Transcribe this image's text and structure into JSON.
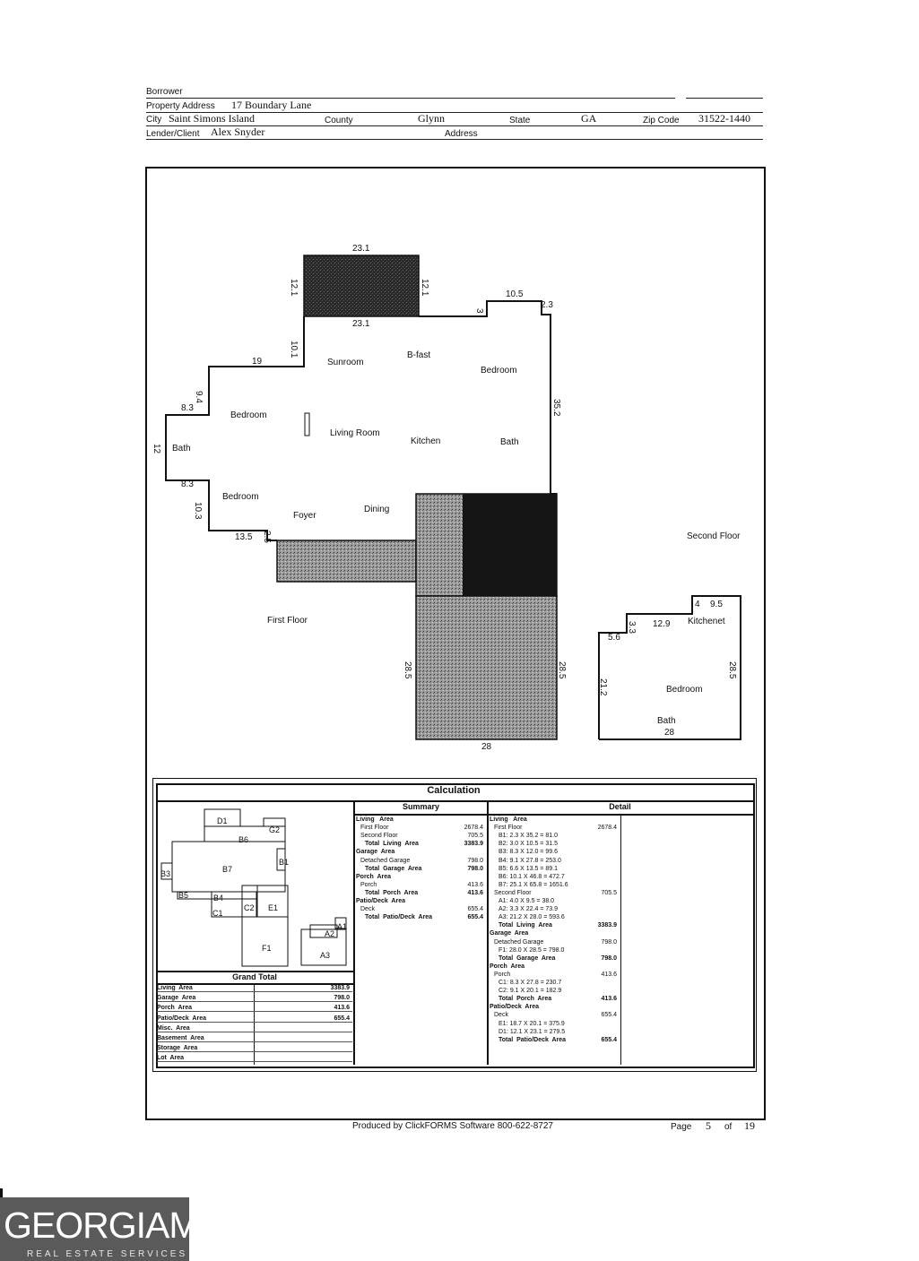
{
  "header": {
    "borrower_label": "Borrower",
    "property_address_label": "Property Address",
    "property_address": "17 Boundary Lane",
    "city_label": "City",
    "city": "Saint Simons Island",
    "county_label": "County",
    "county": "Glynn",
    "state_label": "State",
    "state": "GA",
    "zip_label": "Zip Code",
    "zip": "31522-1440",
    "lender_label": "Lender/Client",
    "lender": "Alex Snyder",
    "address_label": "Address"
  },
  "sketch": {
    "first_floor_label": "First Floor",
    "second_floor_label": "Second Floor",
    "rooms": [
      "Sunroom",
      "B-fast",
      "Bedroom",
      "Bedroom",
      "Living Room",
      "Kitchen",
      "Bath",
      "Bath",
      "Bedroom",
      "Foyer",
      "Dining",
      "Kitchenet",
      "Bedroom",
      "Bath"
    ],
    "dims": [
      "23.1",
      "12.1",
      "12.1",
      "23.1",
      "10.5",
      "3",
      "2.3",
      "10.1",
      "19",
      "9.4",
      "8.3",
      "12",
      "8.3",
      "10.3",
      "13.5",
      "2.5",
      "35.2",
      "28.5",
      "28.5",
      "28",
      "9.5",
      "4",
      "3.3",
      "12.9",
      "5.6",
      "21.2",
      "28.5",
      "28"
    ]
  },
  "calculation": {
    "title": "Calculation",
    "summary_header": "Summary",
    "detail_header": "Detail",
    "mini_labels": [
      "D1",
      "G2",
      "B6",
      "B7",
      "B3",
      "B1",
      "B5",
      "B4",
      "C2",
      "E1",
      "C1",
      "A1",
      "A2",
      "F1",
      "A3"
    ],
    "summary_lines": [
      {
        "t": "Living   Area",
        "v": "",
        "b": true,
        "i": 0
      },
      {
        "t": "First Floor",
        "v": "2678.4",
        "b": false,
        "i": 1
      },
      {
        "t": "Second Floor",
        "v": "705.5",
        "b": false,
        "i": 1
      },
      {
        "t": "Total  Living  Area",
        "v": "3383.9",
        "b": true,
        "i": 2
      },
      {
        "t": "Garage  Area",
        "v": "",
        "b": true,
        "i": 0
      },
      {
        "t": "Detached Garage",
        "v": "798.0",
        "b": false,
        "i": 1
      },
      {
        "t": "Total  Garage  Area",
        "v": "798.0",
        "b": true,
        "i": 2
      },
      {
        "t": "Porch  Area",
        "v": "",
        "b": true,
        "i": 0
      },
      {
        "t": "Porch",
        "v": "413.6",
        "b": false,
        "i": 1
      },
      {
        "t": "Total  Porch  Area",
        "v": "413.6",
        "b": true,
        "i": 2
      },
      {
        "t": "Patio/Deck  Area",
        "v": "",
        "b": true,
        "i": 0
      },
      {
        "t": "Deck",
        "v": "655.4",
        "b": false,
        "i": 1
      },
      {
        "t": "Total  Patio/Deck  Area",
        "v": "655.4",
        "b": true,
        "i": 2
      }
    ],
    "detail_lines": [
      {
        "t": "Living   Area",
        "v": "",
        "b": true,
        "i": 0
      },
      {
        "t": "First Floor",
        "v": "2678.4",
        "b": false,
        "i": 1
      },
      {
        "t": "B1: 2.3 X 35.2 = 81.0",
        "v": "",
        "b": false,
        "i": 2
      },
      {
        "t": "B2: 3.0 X 10.5 = 31.5",
        "v": "",
        "b": false,
        "i": 2
      },
      {
        "t": "B3: 8.3 X 12.0 = 99.6",
        "v": "",
        "b": false,
        "i": 2
      },
      {
        "t": "B4: 9.1 X 27.8 = 253.0",
        "v": "",
        "b": false,
        "i": 2
      },
      {
        "t": "B5: 6.6 X 13.5 = 89.1",
        "v": "",
        "b": false,
        "i": 2
      },
      {
        "t": "B6: 10.1 X 46.8 = 472.7",
        "v": "",
        "b": false,
        "i": 2
      },
      {
        "t": "B7: 25.1 X 65.8 = 1651.6",
        "v": "",
        "b": false,
        "i": 2
      },
      {
        "t": "Second Floor",
        "v": "705.5",
        "b": false,
        "i": 1
      },
      {
        "t": "A1: 4.0 X 9.5 = 38.0",
        "v": "",
        "b": false,
        "i": 2
      },
      {
        "t": "A2: 3.3 X 22.4 = 73.9",
        "v": "",
        "b": false,
        "i": 2
      },
      {
        "t": "A3: 21.2 X 28.0 = 593.6",
        "v": "",
        "b": false,
        "i": 2
      },
      {
        "t": "Total  Living  Area",
        "v": "3383.9",
        "b": true,
        "i": 2
      },
      {
        "t": "Garage  Area",
        "v": "",
        "b": true,
        "i": 0
      },
      {
        "t": "Detached Garage",
        "v": "798.0",
        "b": false,
        "i": 1
      },
      {
        "t": "F1: 28.0 X 28.5 = 798.0",
        "v": "",
        "b": false,
        "i": 2
      },
      {
        "t": "Total  Garage  Area",
        "v": "798.0",
        "b": true,
        "i": 2
      },
      {
        "t": "Porch  Area",
        "v": "",
        "b": true,
        "i": 0
      },
      {
        "t": "Porch",
        "v": "413.6",
        "b": false,
        "i": 1
      },
      {
        "t": "C1: 8.3 X 27.8 = 230.7",
        "v": "",
        "b": false,
        "i": 2
      },
      {
        "t": "C2: 9.1 X 20.1 = 182.9",
        "v": "",
        "b": false,
        "i": 2
      },
      {
        "t": "Total  Porch  Area",
        "v": "413.6",
        "b": true,
        "i": 2
      },
      {
        "t": "Patio/Deck  Area",
        "v": "",
        "b": true,
        "i": 0
      },
      {
        "t": "Deck",
        "v": "655.4",
        "b": false,
        "i": 1
      },
      {
        "t": "E1: 18.7 X 20.1 = 375.9",
        "v": "",
        "b": false,
        "i": 2
      },
      {
        "t": "D1: 12.1 X 23.1 = 279.5",
        "v": "",
        "b": false,
        "i": 2
      },
      {
        "t": "Total  Patio/Deck  Area",
        "v": "655.4",
        "b": true,
        "i": 2
      }
    ],
    "grand_total_header": "Grand   Total",
    "grand_total": [
      {
        "t": "Living  Area",
        "v": "3383.9"
      },
      {
        "t": "Garage  Area",
        "v": "798.0"
      },
      {
        "t": "Porch  Area",
        "v": "413.6"
      },
      {
        "t": "Patio/Deck  Area",
        "v": "655.4"
      },
      {
        "t": "Misc.  Area",
        "v": ""
      },
      {
        "t": "Basement  Area",
        "v": ""
      },
      {
        "t": "Storage  Area",
        "v": ""
      },
      {
        "t": "Lot  Area",
        "v": ""
      }
    ]
  },
  "footer": {
    "produced_by": "Produced by ClickFORMS Software 800-622-8727",
    "page_label": "Page",
    "page_number": "5",
    "of_label": "of",
    "page_total": "19"
  },
  "watermark": {
    "logo_text": "GEORGIAMLS",
    "tagline": "REAL ESTATE SERVICES"
  }
}
